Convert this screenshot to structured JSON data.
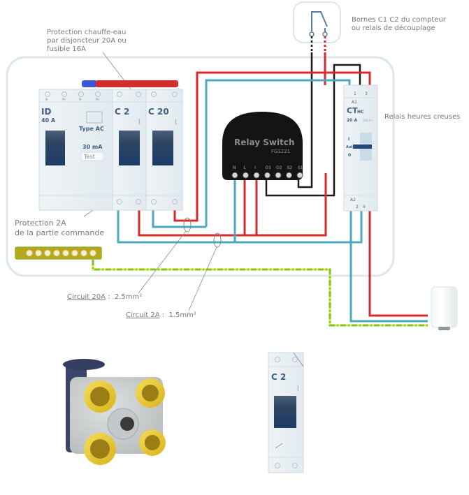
{
  "diagram": {
    "title": "Schéma de câblage chauffe-eau avec Relay Switch",
    "annotations": {
      "water_heater_protection": "Protection chauffe-eau\npar disjoncteur 20A ou\nfusible 16A",
      "meter_terminals": "Bornes C1 C2 du compteur\nou relais de découplage",
      "offpeak_relay": "Relais heures creuses",
      "control_protection": "Protection 2A\nde la partie commande",
      "circuit_20a_label": "Circuit 20A",
      "circuit_20a_sep": " :  ",
      "circuit_20a_section": "2.5mm²",
      "circuit_2a_label": "Circuit 2A",
      "circuit_2a_sep": " :  ",
      "circuit_2a_section": "1.5mm²"
    },
    "breakers": {
      "differential": {
        "name": "ID",
        "rating": "40 A",
        "type": "Type AC",
        "sensitivity": "30 mA",
        "test_label": "Test",
        "terminals": [
          "N",
          "Ph",
          "N",
          "Ph"
        ]
      },
      "c2": {
        "name": "C 2"
      },
      "c20": {
        "name": "C 20"
      },
      "c2_standalone": {
        "name": "C 2"
      }
    },
    "relay_switch": {
      "name": "Relay Switch",
      "model": "FGS221",
      "terminals": [
        "N",
        "L",
        "I",
        "O1",
        "O2",
        "S2",
        "S1"
      ]
    },
    "contactor": {
      "name": "CT",
      "subscript": "HC",
      "rating": "20 A",
      "voltage": "230 V~",
      "modes": [
        "I",
        "Auto",
        "0"
      ],
      "top_terminals": [
        "1",
        "3"
      ],
      "coil_top": "A1",
      "coil_bottom": "A2",
      "bottom_terminals": [
        "2",
        "4"
      ]
    },
    "ground_bar": {
      "terminal_count": 8
    },
    "colors": {
      "phase": "#d42a2a",
      "neutral": "#4ba9c0",
      "control": "#1a1a1a",
      "earth_green": "#7dc42a",
      "earth_yellow": "#e3e82c",
      "panel_border": "#dde6ec",
      "breaker_text": "#3e5f82"
    }
  }
}
